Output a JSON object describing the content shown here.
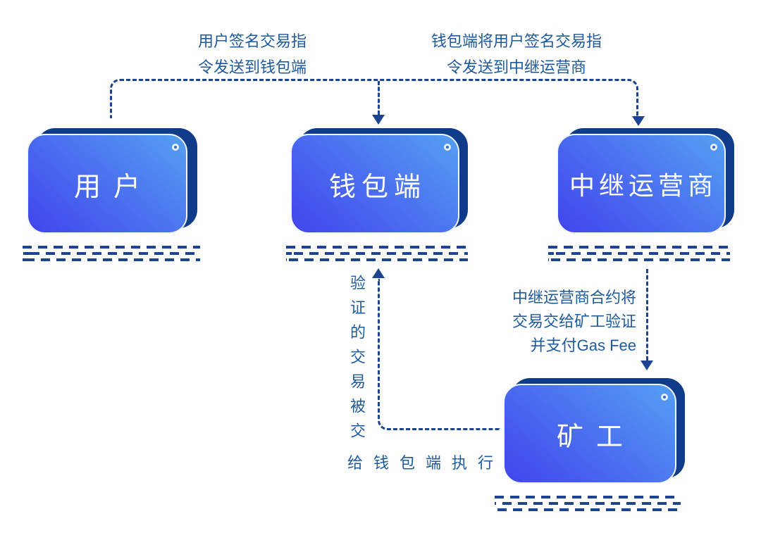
{
  "diagram": {
    "type": "flowchart",
    "nodes": {
      "user": {
        "label": "用户"
      },
      "wallet": {
        "label": "钱包端"
      },
      "relay": {
        "label": "中继运营商"
      },
      "miner": {
        "label": "矿工"
      }
    },
    "edges": {
      "user_to_wallet": {
        "from": "user",
        "to": "wallet",
        "lines": [
          "用户签名交易指",
          "令发送到钱包端"
        ]
      },
      "wallet_to_relay": {
        "from": "wallet",
        "to": "relay",
        "lines": [
          "钱包端将用户签名交易指",
          "令发送到中继运营商"
        ]
      },
      "relay_to_miner": {
        "from": "relay",
        "to": "miner",
        "lines": [
          "中继运营商合约将",
          "交易交给矿工验证",
          "并支付Gas Fee"
        ]
      },
      "miner_to_wallet": {
        "from": "miner",
        "to": "wallet",
        "vertical_text": "验证的交易被交",
        "horizontal_text": "给钱包端执行"
      }
    },
    "colors": {
      "background": "#ffffff",
      "card_gradient_start": "#4145ec",
      "card_gradient_end": "#55a0f2",
      "card_back_plate": "#0f3c88",
      "card_border": "#f2f7ff",
      "card_text": "#ffffff",
      "hole_ring": "#e9f2fe",
      "hole_fill": "#2d6ecf",
      "arrow_dash": "#1c4491",
      "label_text": "#1e5a9e"
    }
  }
}
